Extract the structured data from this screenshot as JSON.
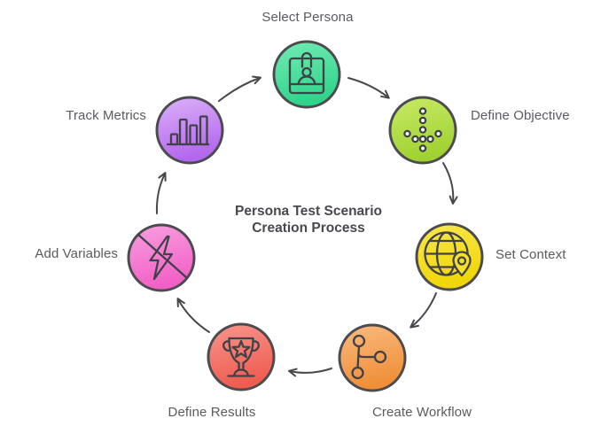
{
  "title": {
    "line1": "Persona Test Scenario",
    "line2": "Creation Process"
  },
  "steps": [
    {
      "label": "Select Persona",
      "icon": "id-badge-icon",
      "gradient_top": "#74ebb3",
      "gradient_bottom": "#2fd48b"
    },
    {
      "label": "Define Objective",
      "icon": "dotted-arrow-icon",
      "gradient_top": "#c9ea67",
      "gradient_bottom": "#9fd231"
    },
    {
      "label": "Set Context",
      "icon": "globe-pin-icon",
      "gradient_top": "#f9e84e",
      "gradient_bottom": "#f0d606"
    },
    {
      "label": "Create Workflow",
      "icon": "workflow-nodes-icon",
      "gradient_top": "#f9bb80",
      "gradient_bottom": "#ef8f37"
    },
    {
      "label": "Define Results",
      "icon": "trophy-icon",
      "gradient_top": "#f9958d",
      "gradient_bottom": "#ef5c50"
    },
    {
      "label": "Add Variables",
      "icon": "no-lightning-icon",
      "gradient_top": "#f9a0e0",
      "gradient_bottom": "#f160c6"
    },
    {
      "label": "Track Metrics",
      "icon": "bar-chart-icon",
      "gradient_top": "#dcb2f9",
      "gradient_bottom": "#b366ee"
    }
  ],
  "colors": {
    "background": "#ffffff",
    "node_outline": "#4b4b50",
    "icon_stroke": "#404248",
    "arrow": "#47474c",
    "label": "#595b5e",
    "title": "#48484d",
    "pin_fill": "#f6e02a"
  }
}
